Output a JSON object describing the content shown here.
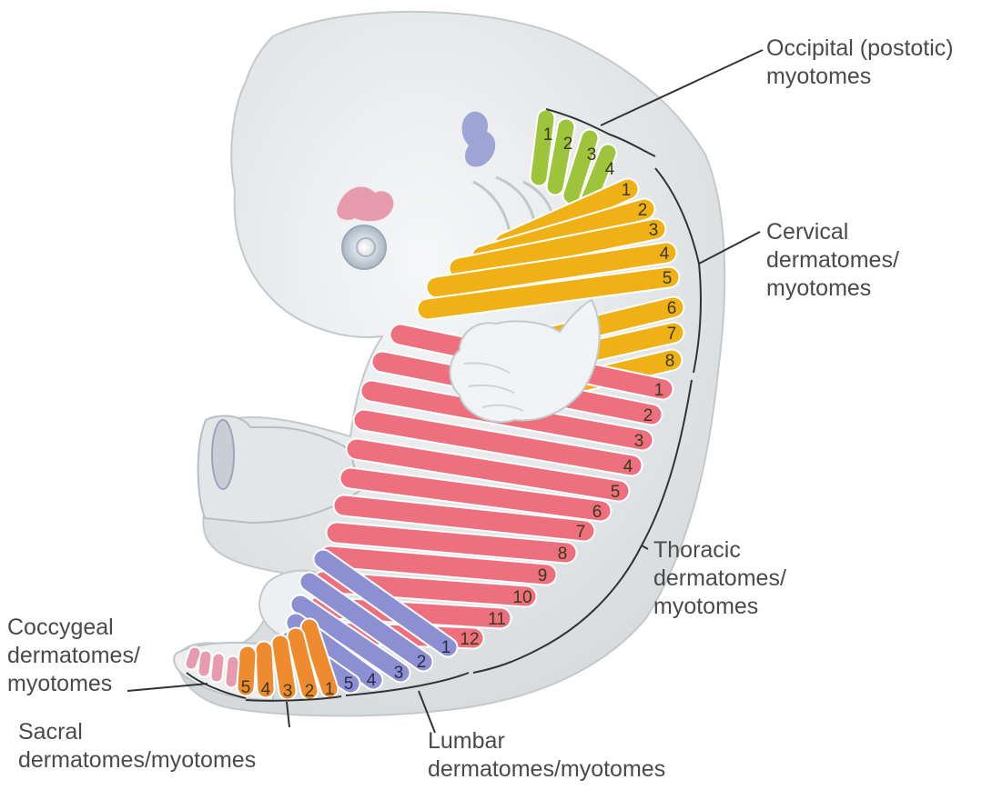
{
  "labels": {
    "occipital": [
      "Occipital (postotic)",
      "myotomes"
    ],
    "cervical": [
      "Cervical",
      "dermatomes/",
      "myotomes"
    ],
    "thoracic": [
      "Thoracic",
      "dermatomes/",
      "myotomes"
    ],
    "coccygeal": [
      "Coccygeal",
      "dermatomes/",
      "myotomes"
    ],
    "sacral": [
      "Sacral",
      "dermatomes/myotomes"
    ],
    "lumbar": [
      "Lumbar",
      "dermatomes/myotomes"
    ]
  },
  "segments": {
    "occipital": [
      "1",
      "2",
      "3",
      "4"
    ],
    "cervical": [
      "1",
      "2",
      "3",
      "4",
      "5",
      "6",
      "7",
      "8"
    ],
    "thoracic": [
      "1",
      "2",
      "3",
      "4",
      "5",
      "6",
      "7",
      "8",
      "9",
      "10",
      "11",
      "12"
    ],
    "lumbar": [
      "1",
      "2",
      "3",
      "4",
      "5"
    ],
    "sacral": [
      "1",
      "2",
      "3",
      "4",
      "5"
    ]
  },
  "colors": {
    "occipital": "#9dc43a",
    "cervical": "#f0b116",
    "thoracic": "#ee6f7e",
    "lumbar": "#8d8fd3",
    "sacral": "#ee8b2f",
    "coccygeal": "#e79bb0",
    "embryo": "#e9ebec"
  }
}
